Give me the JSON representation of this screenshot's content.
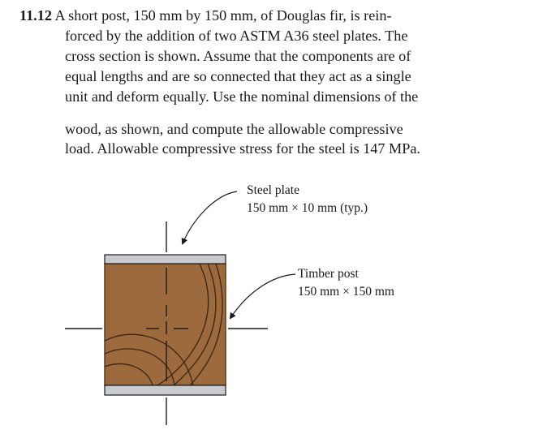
{
  "problem": {
    "number": "11.12",
    "lines": [
      "A short post, 150 mm by 150 mm, of Douglas fir, is rein-",
      "forced by the addition of two ASTM A36 steel plates. The",
      "cross section is shown. Assume that the components are of",
      "equal lengths and are so connected that they act as a single",
      "unit and deform equally. Use the nominal dimensions of the",
      "wood, as shown, and compute the allowable compressive",
      "load. Allowable compressive stress for the steel is 147 MPa."
    ]
  },
  "figure": {
    "steel_label": {
      "title": "Steel plate",
      "dims": "150 mm × 10 mm (typ.)"
    },
    "timber_label": {
      "title": "Timber post",
      "dims": "150 mm × 150 mm"
    },
    "colors": {
      "wood": "#9c6a3c",
      "wood_edge": "#5a3a1e",
      "steel": "#c9cacd",
      "lines": "#1a1a1a"
    }
  }
}
